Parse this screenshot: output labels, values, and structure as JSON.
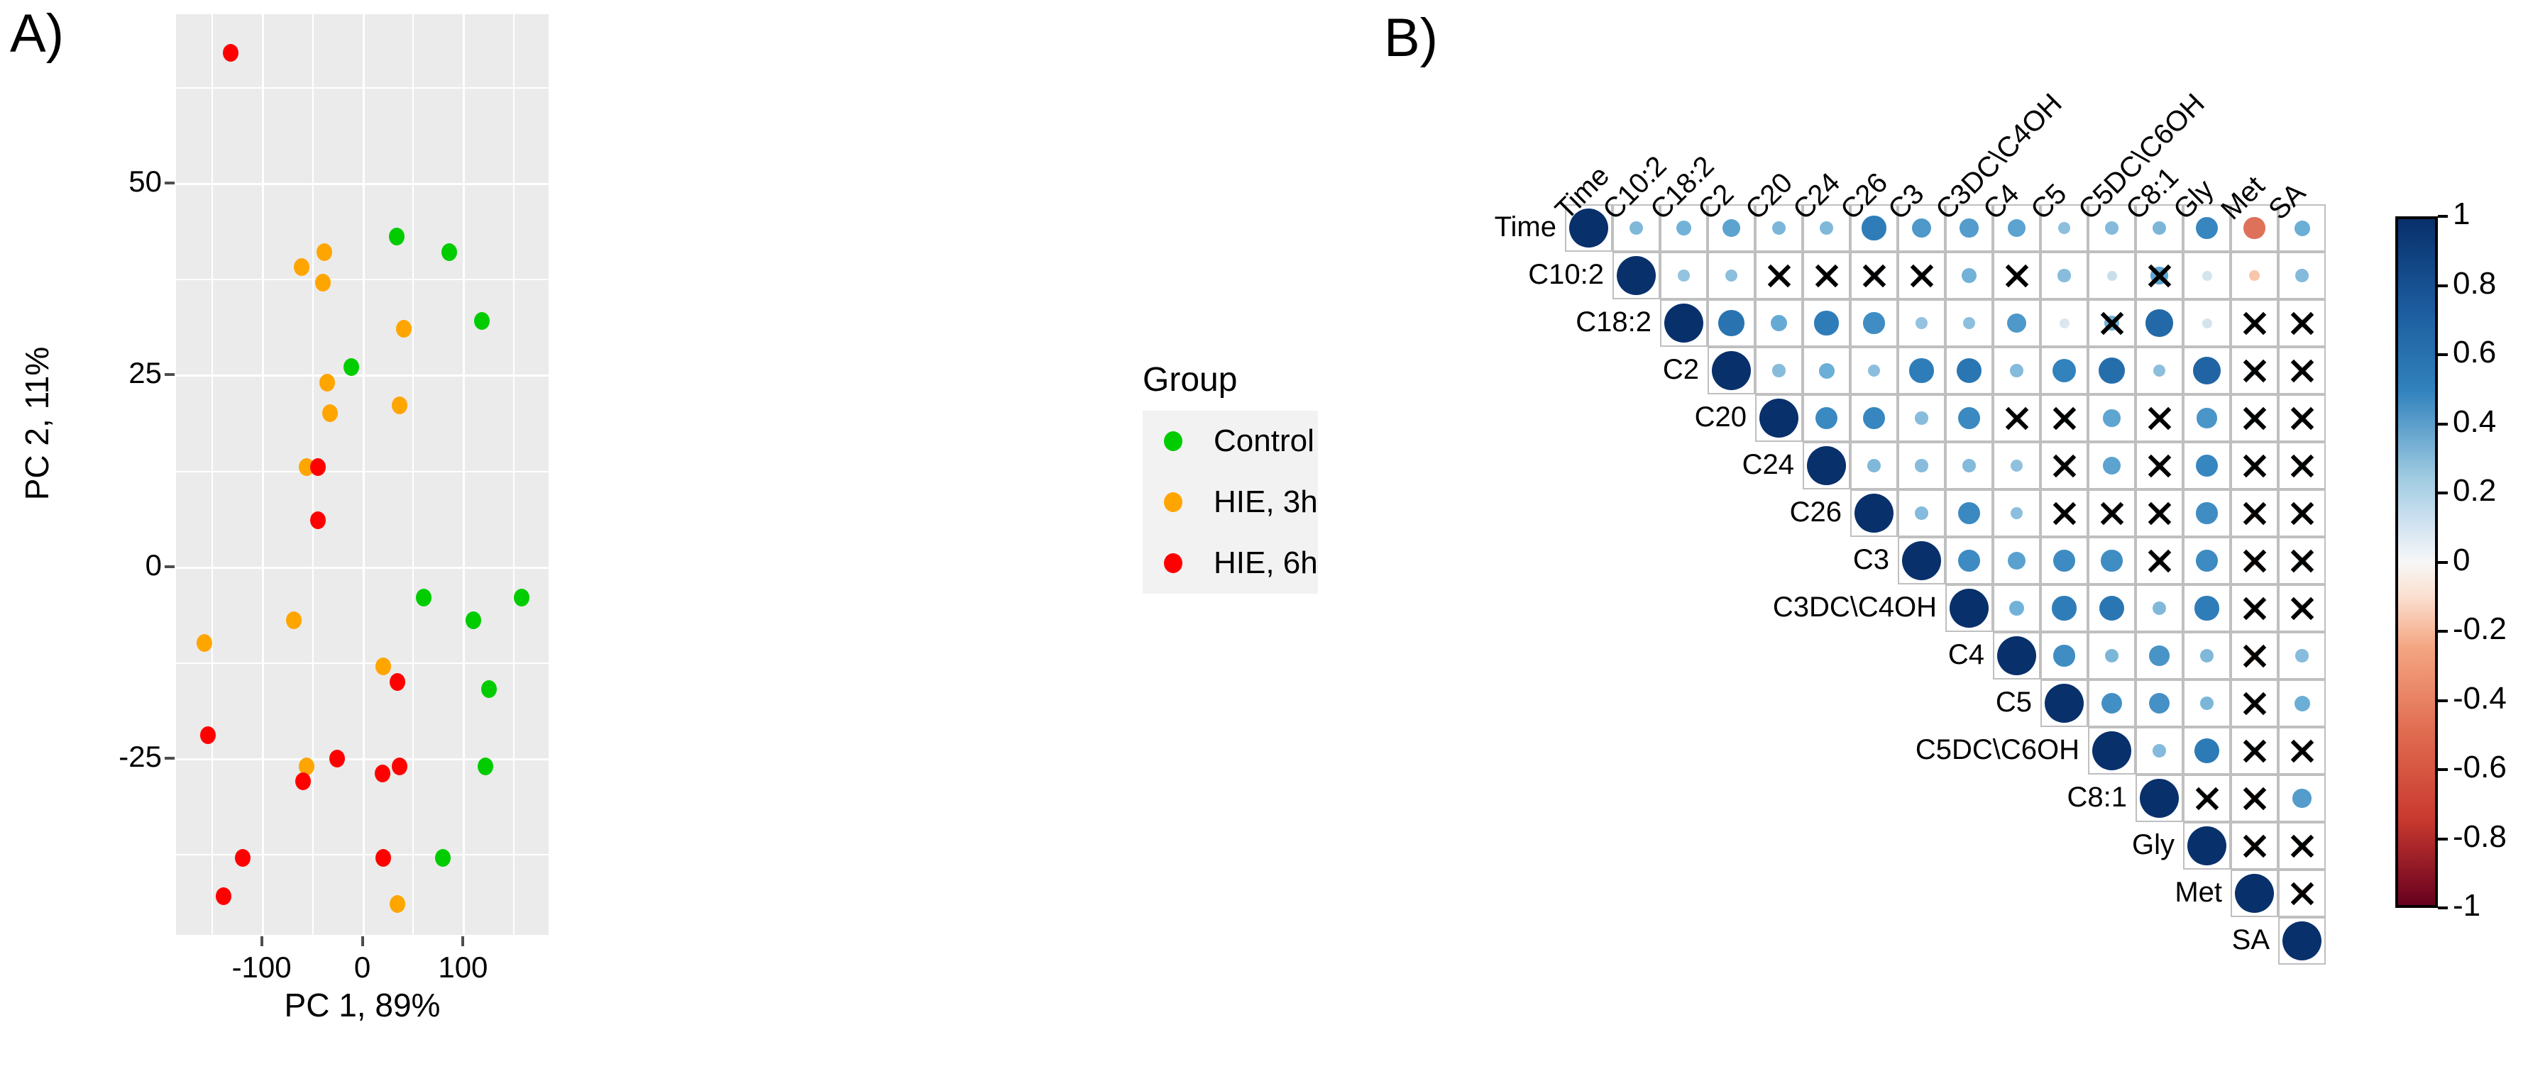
{
  "figure": {
    "panelA_letter": "A)",
    "panelB_letter": "B)"
  },
  "panelA": {
    "xlabel": "PC 1, 89%",
    "ylabel": "PC 2, 11%",
    "xticks": [
      "-100",
      "0",
      "100"
    ],
    "yticks": [
      "50",
      "25",
      "0",
      "-25"
    ],
    "legend": {
      "title": "Group",
      "items": [
        {
          "label": "Control",
          "color": "#00cc00"
        },
        {
          "label": "HIE, 3h",
          "color": "#ffa500"
        },
        {
          "label": "HIE, 6h",
          "color": "#ff0000"
        }
      ]
    }
  },
  "chart_data": [
    {
      "type": "scatter",
      "title": "A) PCA score plot",
      "xlabel": "PC 1, 89%",
      "ylabel": "PC 2, 11%",
      "xlim": [
        -185,
        185
      ],
      "ylim": [
        -48,
        72
      ],
      "xticks": [
        -100,
        0,
        100
      ],
      "yticks": [
        -25,
        0,
        25,
        50
      ],
      "grid": true,
      "legend_title": "Group",
      "legend_position": "right",
      "series": [
        {
          "name": "Control",
          "color": "#00cc00",
          "points": [
            [
              34,
              43
            ],
            [
              86,
              41
            ],
            [
              119,
              32
            ],
            [
              -11,
              26
            ],
            [
              61,
              -4
            ],
            [
              158,
              -4
            ],
            [
              110,
              -7
            ],
            [
              126,
              -16
            ],
            [
              122,
              -26
            ],
            [
              80,
              -38
            ]
          ]
        },
        {
          "name": "HIE, 3h",
          "color": "#ffa500",
          "points": [
            [
              -60,
              39
            ],
            [
              -38,
              41
            ],
            [
              -39,
              37
            ],
            [
              41,
              31
            ],
            [
              -35,
              24
            ],
            [
              -32,
              20
            ],
            [
              37,
              21
            ],
            [
              -55,
              13
            ],
            [
              -157,
              -10
            ],
            [
              -68,
              -7
            ],
            [
              21,
              -13
            ],
            [
              -55,
              -26
            ],
            [
              35,
              -44
            ]
          ]
        },
        {
          "name": "HIE, 6h",
          "color": "#ff0000",
          "points": [
            [
              -131,
              67
            ],
            [
              -44,
              13
            ],
            [
              -44,
              6
            ],
            [
              -153,
              -22
            ],
            [
              35,
              -15
            ],
            [
              -59,
              -28
            ],
            [
              -25,
              -25
            ],
            [
              20,
              -27
            ],
            [
              37,
              -26
            ],
            [
              -119,
              -38
            ],
            [
              21,
              -38
            ],
            [
              -138,
              -43
            ]
          ]
        }
      ]
    },
    {
      "type": "heatmap",
      "subtype": "correlation-matrix-upper-triangle",
      "title": "B) Correlation matrix",
      "variables": [
        "Time",
        "C10:2",
        "C18:2",
        "C2",
        "C20",
        "C24",
        "C26",
        "C3",
        "C3DC\\C4OH",
        "C4",
        "C5",
        "C5DC\\C6OH",
        "C8:1",
        "Gly",
        "Met",
        "SA"
      ],
      "colorbar": {
        "min": -1,
        "max": 1,
        "ticks": [
          "1",
          "0.8",
          "0.6",
          "0.4",
          "0.2",
          "0",
          "-0.2",
          "-0.4",
          "-0.6",
          "-0.8",
          "-1"
        ],
        "scheme": "blue-white-red diverging"
      },
      "insignificant_marker": "X",
      "matrix": [
        [
          1.0,
          0.35,
          0.38,
          0.45,
          0.36,
          0.35,
          0.62,
          0.5,
          0.48,
          0.45,
          0.32,
          0.34,
          0.36,
          0.58,
          -0.55,
          0.4
        ],
        [
          null,
          1.0,
          0.3,
          0.32,
          0.12,
          0.1,
          0.14,
          0.13,
          0.38,
          0.11,
          0.33,
          0.16,
          0.44,
          0.12,
          -0.28,
          0.34
        ],
        [
          null,
          null,
          1.0,
          0.66,
          0.42,
          0.62,
          0.55,
          0.3,
          0.32,
          0.5,
          0.1,
          0.38,
          0.7,
          0.12,
          0.12,
          0.13
        ],
        [
          null,
          null,
          null,
          1.0,
          0.33,
          0.4,
          0.32,
          0.62,
          0.65,
          0.34,
          0.6,
          0.68,
          0.32,
          0.72,
          0.13,
          0.12
        ],
        [
          null,
          null,
          null,
          null,
          1.0,
          0.57,
          0.58,
          0.33,
          0.57,
          0.12,
          0.13,
          0.44,
          0.13,
          0.51,
          0.12,
          0.12
        ],
        [
          null,
          null,
          null,
          null,
          null,
          1.0,
          0.35,
          0.33,
          0.34,
          0.31,
          0.12,
          0.45,
          0.13,
          0.58,
          0.12,
          0.13
        ],
        [
          null,
          null,
          null,
          null,
          null,
          null,
          1.0,
          0.34,
          0.57,
          0.32,
          0.12,
          0.13,
          0.14,
          0.55,
          -0.18,
          0.13
        ],
        [
          null,
          null,
          null,
          null,
          null,
          null,
          null,
          1.0,
          0.56,
          0.46,
          0.56,
          0.55,
          0.14,
          0.56,
          -0.2,
          0.13
        ],
        [
          null,
          null,
          null,
          null,
          null,
          null,
          null,
          null,
          1.0,
          0.38,
          0.62,
          0.65,
          0.35,
          0.62,
          0.12,
          0.13
        ],
        [
          null,
          null,
          null,
          null,
          null,
          null,
          null,
          null,
          null,
          1.0,
          0.55,
          0.36,
          0.52,
          0.35,
          -0.16,
          0.33
        ],
        [
          null,
          null,
          null,
          null,
          null,
          null,
          null,
          null,
          null,
          null,
          1.0,
          0.54,
          0.53,
          0.36,
          0.12,
          0.4
        ],
        [
          null,
          null,
          null,
          null,
          null,
          null,
          null,
          null,
          null,
          null,
          null,
          1.0,
          0.34,
          0.63,
          0.13,
          0.12
        ],
        [
          null,
          null,
          null,
          null,
          null,
          null,
          null,
          null,
          null,
          null,
          null,
          null,
          1.0,
          0.14,
          -0.15,
          0.48
        ],
        [
          null,
          null,
          null,
          null,
          null,
          null,
          null,
          null,
          null,
          null,
          null,
          null,
          null,
          1.0,
          -0.16,
          0.13
        ],
        [
          null,
          null,
          null,
          null,
          null,
          null,
          null,
          null,
          null,
          null,
          null,
          null,
          null,
          null,
          1.0,
          -0.17
        ],
        [
          null,
          null,
          null,
          null,
          null,
          null,
          null,
          null,
          null,
          null,
          null,
          null,
          null,
          null,
          null,
          1.0
        ]
      ],
      "significant": [
        [
          true,
          true,
          true,
          true,
          true,
          true,
          true,
          true,
          true,
          true,
          true,
          true,
          true,
          true,
          true,
          true
        ],
        [
          null,
          true,
          true,
          true,
          false,
          false,
          false,
          false,
          true,
          false,
          true,
          true,
          false,
          true,
          true,
          true
        ],
        [
          null,
          null,
          true,
          true,
          true,
          true,
          true,
          true,
          true,
          true,
          true,
          false,
          true,
          true,
          false,
          false
        ],
        [
          null,
          null,
          null,
          true,
          true,
          true,
          true,
          true,
          true,
          true,
          true,
          true,
          true,
          true,
          false,
          false
        ],
        [
          null,
          null,
          null,
          null,
          true,
          true,
          true,
          true,
          true,
          false,
          false,
          true,
          false,
          true,
          false,
          false
        ],
        [
          null,
          null,
          null,
          null,
          null,
          true,
          true,
          true,
          true,
          true,
          false,
          true,
          false,
          true,
          false,
          false
        ],
        [
          null,
          null,
          null,
          null,
          null,
          null,
          true,
          true,
          true,
          true,
          false,
          false,
          false,
          true,
          false,
          false
        ],
        [
          null,
          null,
          null,
          null,
          null,
          null,
          null,
          true,
          true,
          true,
          true,
          true,
          false,
          true,
          false,
          false
        ],
        [
          null,
          null,
          null,
          null,
          null,
          null,
          null,
          null,
          true,
          true,
          true,
          true,
          true,
          true,
          false,
          false
        ],
        [
          null,
          null,
          null,
          null,
          null,
          null,
          null,
          null,
          null,
          true,
          true,
          true,
          true,
          true,
          false,
          true
        ],
        [
          null,
          null,
          null,
          null,
          null,
          null,
          null,
          null,
          null,
          null,
          true,
          true,
          true,
          true,
          false,
          true
        ],
        [
          null,
          null,
          null,
          null,
          null,
          null,
          null,
          null,
          null,
          null,
          null,
          true,
          true,
          true,
          false,
          false
        ],
        [
          null,
          null,
          null,
          null,
          null,
          null,
          null,
          null,
          null,
          null,
          null,
          null,
          true,
          false,
          false,
          true
        ],
        [
          null,
          null,
          null,
          null,
          null,
          null,
          null,
          null,
          null,
          null,
          null,
          null,
          null,
          true,
          false,
          false
        ],
        [
          null,
          null,
          null,
          null,
          null,
          null,
          null,
          null,
          null,
          null,
          null,
          null,
          null,
          null,
          true,
          false
        ],
        [
          null,
          null,
          null,
          null,
          null,
          null,
          null,
          null,
          null,
          null,
          null,
          null,
          null,
          null,
          null,
          true
        ]
      ]
    }
  ]
}
